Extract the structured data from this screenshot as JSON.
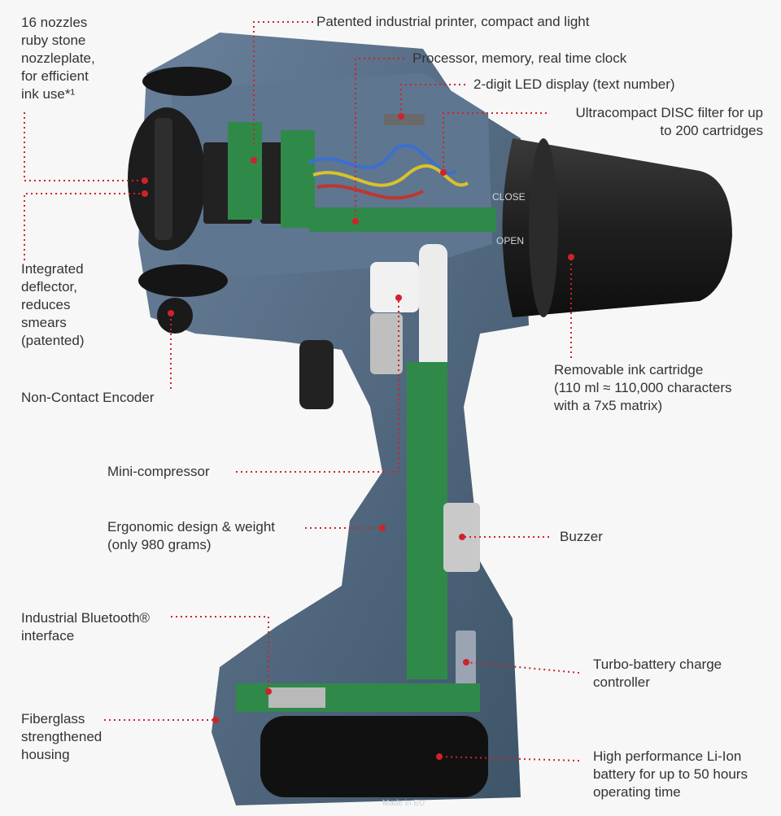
{
  "labels": {
    "nozzles": "16 nozzles\nruby stone\nnozzleplate,\nfor efficient\nink use*¹",
    "printer": "Patented industrial printer, compact and light",
    "processor": "Processor, memory, real time clock",
    "led": "2-digit LED display (text number)",
    "filter": "Ultracompact DISC filter for up\nto 200 cartridges",
    "deflector": "Integrated\ndeflector,\nreduces\nsmears\n(patented)",
    "encoder": "Non-Contact Encoder",
    "cartridge": "Removable ink cartridge\n(110 ml ≈ 110,000 characters\nwith a 7x5 matrix)",
    "compressor": "Mini-compressor",
    "ergonomic": "Ergonomic design & weight\n(only 980 grams)",
    "buzzer": "Buzzer",
    "bluetooth": "Industrial Bluetooth®\ninterface",
    "charge": "Turbo-battery charge\ncontroller",
    "fiberglass": "Fiberglass\nstrengthened\nhousing",
    "battery": "High performance Li-Ion\nbattery for up to 50 hours\noperating time"
  },
  "device_text": {
    "close": "CLOSE",
    "open": "OPEN",
    "made_in": "Made in EU"
  },
  "colors": {
    "accent": "#d0222b",
    "housing": "#4f6680",
    "cartridge": "#262626",
    "pcb": "#2f8a4a"
  }
}
